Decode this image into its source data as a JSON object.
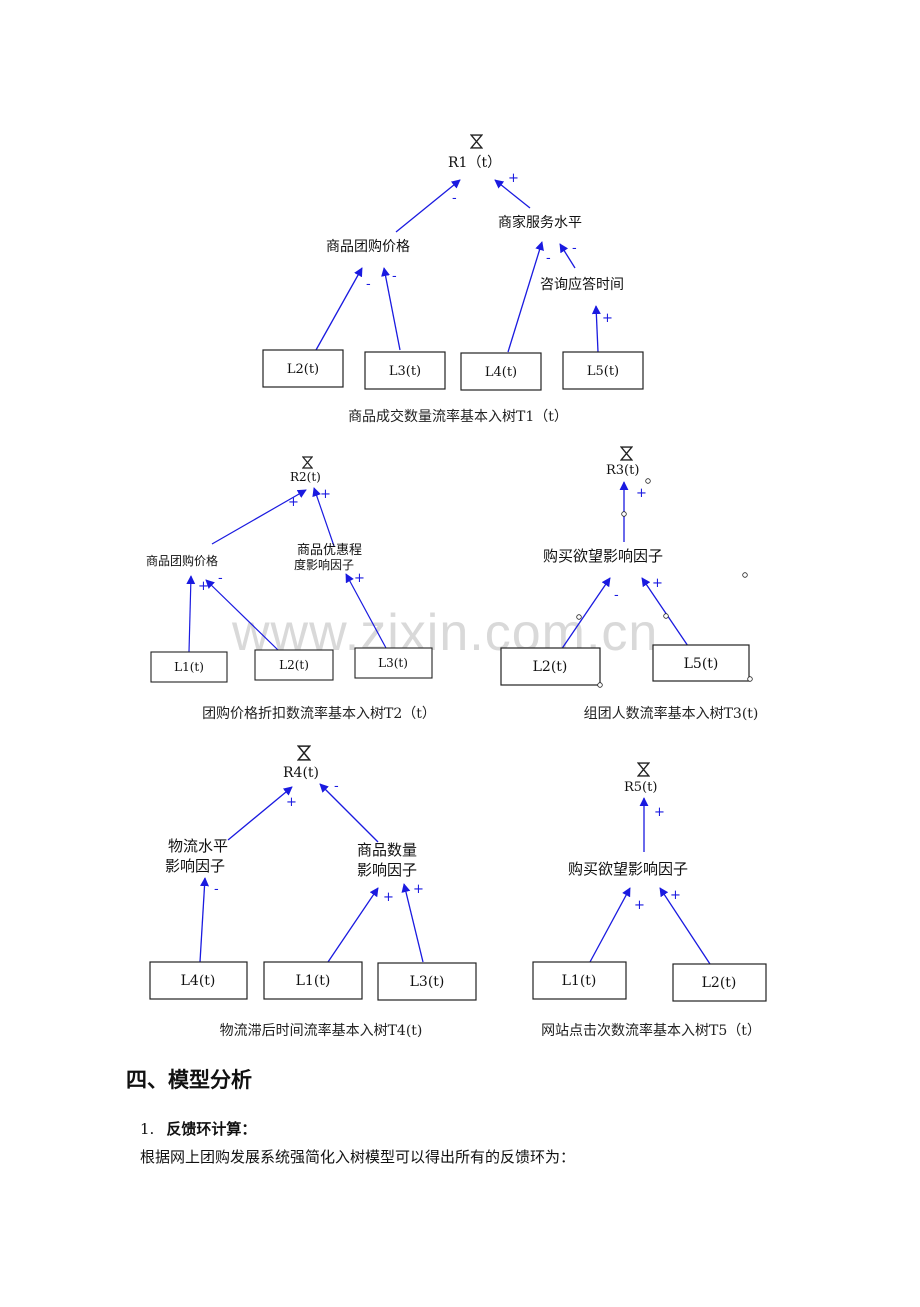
{
  "watermark": "www.zixin.com.cn",
  "diagrams": {
    "t1": {
      "caption": "商品成交数量流率基本入树T1（t）",
      "root": "R1（t）",
      "mid_left": "商品团购价格",
      "mid_right": "商家服务水平",
      "mid_sub": "咨询应答时间",
      "leaves": [
        "L2(t)",
        "L3(t)",
        "L4(t)",
        "L5(t)"
      ]
    },
    "t2": {
      "caption": "团购价格折扣数流率基本入树T2（t）",
      "root": "R2(t)",
      "mid_left": "商品团购价格",
      "mid_right_line1": "商品优惠程",
      "mid_right_line2": "度影响因子",
      "leaves": [
        "L1(t)",
        "L2(t)",
        "L3(t)"
      ]
    },
    "t3": {
      "caption": "组团人数流率基本入树T3(t)",
      "root": "R3(t)",
      "mid": "购买欲望影响因子",
      "leaves": [
        "L2(t)",
        "L5(t)"
      ]
    },
    "t4": {
      "caption": "物流滞后时间流率基本入树T4(t)",
      "root": "R4(t)",
      "mid_left_line1": "物流水平",
      "mid_left_line2": "影响因子",
      "mid_right_line1": "商品数量",
      "mid_right_line2": "影响因子",
      "leaves": [
        "L4(t)",
        "L1(t)",
        "L3(t)"
      ]
    },
    "t5": {
      "caption": "网站点击次数流率基本入树T5（t）",
      "root": "R5(t)",
      "mid": "购买欲望影响因子",
      "leaves": [
        "L1(t)",
        "L2(t)"
      ]
    }
  },
  "signs": {
    "plus": "+",
    "minus": "-"
  },
  "section": {
    "heading": "四、模型分析",
    "sub_number": "1.",
    "sub_title": "反馈环计算：",
    "body": "根据网上团购发展系统强简化入树模型可以得出所有的反馈环为："
  }
}
